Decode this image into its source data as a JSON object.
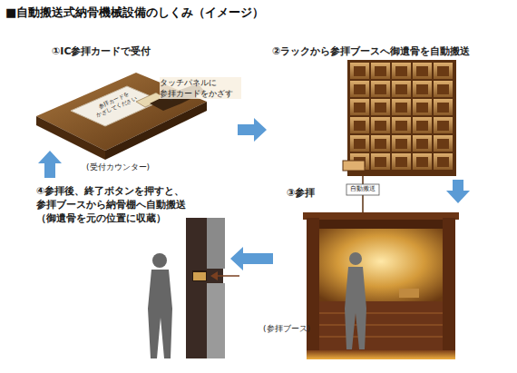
{
  "diagram": {
    "title": "■自動搬送式納骨機械設備のしくみ（イメージ）",
    "nodes": [
      {
        "text": [
          "①IC参拝カードで受付",
          "(受付カウンター)"
        ]
      },
      {
        "text": [
          "②ラックから参拝ブースへ御遺骨を自動搬送"
        ]
      },
      {
        "text": [
          "③参拝",
          "(参拝ブース)"
        ]
      },
      {
        "text": [
          "④参拝後、終了ボタンを押すと、 参拝ブースから納骨棚へ自動搬送 （御遺骨を元の位置に収蔵）"
        ]
      }
    ],
    "edges": [
      {
        "from": 0,
        "to": 1,
        "arrow": "to"
      },
      {
        "from": 1,
        "to": 2,
        "arrow": "to"
      },
      {
        "from": 2,
        "to": 3,
        "arrow": "to"
      },
      {
        "from": 3,
        "to": 0,
        "arrow": "to"
      }
    ],
    "labels": [
      "タッチパネルに 参拝カードをかざす",
      "参拝カードを かざしてください",
      "自動搬送"
    ]
  }
}
